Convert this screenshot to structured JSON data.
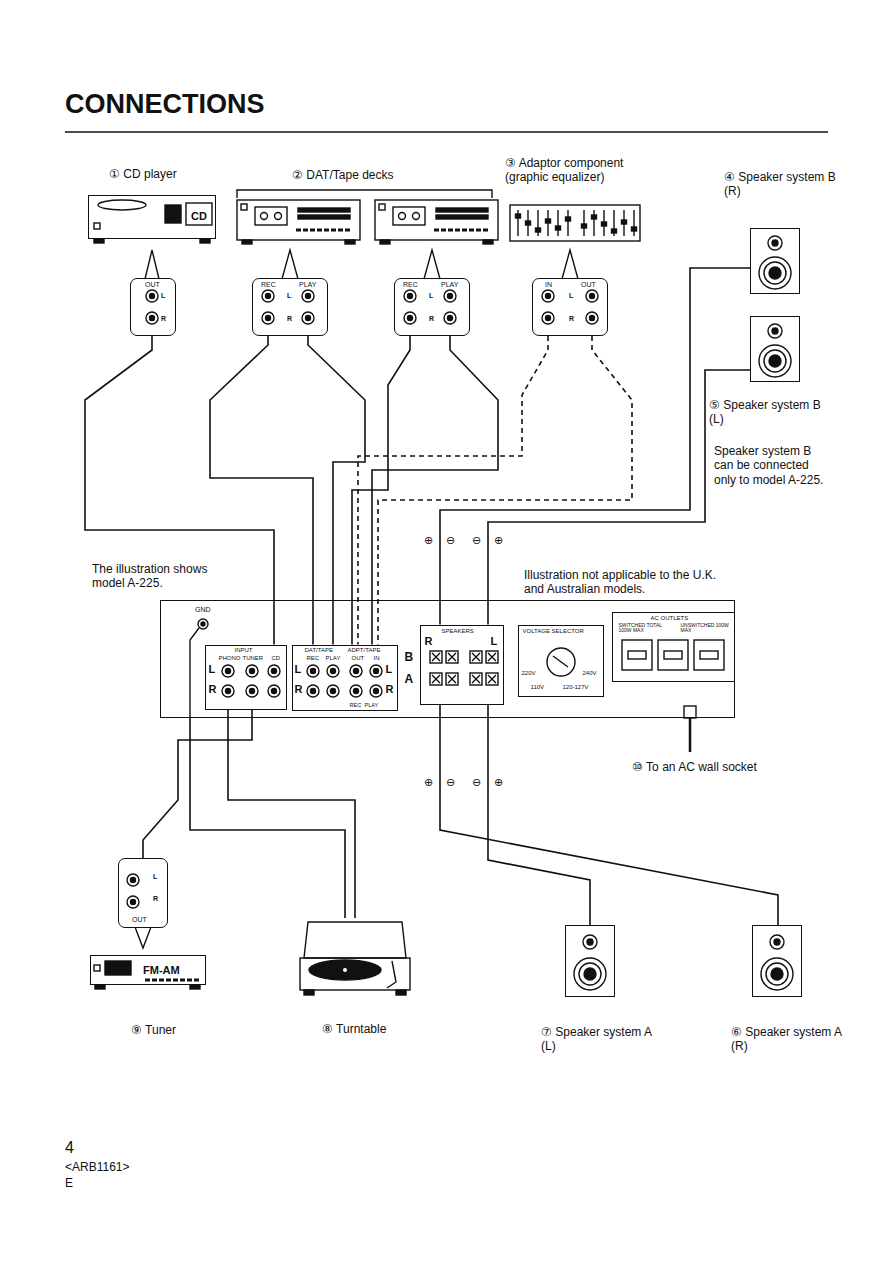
{
  "diagram": {
    "title": "CONNECTIONS",
    "nodes": [
      {
        "text": [
          "① CD player",
          "CD"
        ]
      },
      {
        "text": [
          "OUT",
          "L",
          "R"
        ]
      },
      {
        "text": [
          "REC",
          "PLAY",
          "L",
          "R"
        ]
      },
      {
        "text": [
          "REC",
          "PLAY",
          "L",
          "R"
        ]
      },
      {
        "text": [
          "IN",
          "OUT",
          "L",
          "R"
        ]
      },
      {
        "text": [
          "④ Speaker system B (R)"
        ]
      },
      {
        "text": [
          "⑤ Speaker system B (L)"
        ]
      },
      {
        "text": [
          "GND"
        ]
      },
      {
        "text": [
          "INPUT",
          "PHONO",
          "TUNER",
          "CD",
          "L",
          "R"
        ],
        "in": 7
      },
      {
        "text": [
          "DAT/TAPE",
          "REC",
          "PLAY",
          "ADPT/TAPE",
          "OUT",
          "IN",
          "L",
          "R",
          "L",
          "R",
          "REC",
          "PLAY"
        ],
        "in": 7
      },
      {
        "text": [
          "SPEAKERS",
          "R",
          "L",
          "B",
          "A"
        ],
        "in": 7
      },
      {
        "text": [
          "VOLTAGE SELECTOR",
          "220V",
          "240V",
          "110V",
          "120-127V"
        ],
        "in": 7
      },
      {
        "text": [
          "AC OUTLETS",
          "SWITCHED TOTAL 100W MAX",
          "UNSWITCHED 100W MAX"
        ],
        "in": 7
      },
      {
        "text": [
          "L",
          "R",
          "OUT"
        ]
      },
      {
        "text": [
          "FM-AM",
          "⑨ Tuner"
        ]
      },
      {
        "text": [
          "⑧ Turntable"
        ]
      },
      {
        "text": [
          "⑦ Speaker system A (L)"
        ]
      },
      {
        "text": [
          "⑥ Speaker system A (R)"
        ]
      }
    ],
    "edges": [
      {
        "from": 1,
        "to": 8,
        "arrow": "none"
      },
      {
        "from": 2,
        "to": 9,
        "arrow": "none"
      },
      {
        "from": 2,
        "to": 9,
        "arrow": "none"
      },
      {
        "from": 3,
        "to": 9,
        "arrow": "none"
      },
      {
        "from": 3,
        "to": 9,
        "arrow": "none"
      },
      {
        "from": 4,
        "to": 9,
        "arrow": "none"
      },
      {
        "from": 4,
        "to": 9,
        "arrow": "none"
      },
      {
        "from": 5,
        "to": 10,
        "arrow": "none"
      },
      {
        "from": 6,
        "to": 10,
        "arrow": "none"
      },
      {
        "from": 13,
        "to": 8,
        "arrow": "none"
      },
      {
        "from": 15,
        "to": 8,
        "arrow": "none"
      },
      {
        "from": 15,
        "to": 7,
        "arrow": "none"
      },
      {
        "from": 17,
        "to": 10,
        "arrow": "none"
      },
      {
        "from": 16,
        "to": 10,
        "arrow": "none"
      }
    ],
    "labels": [
      "② DAT/Tape decks",
      "③ Adaptor component (graphic equalizer)",
      "Speaker system B can be connected only to model A-225.",
      "The illustration shows model A-225.",
      "Illustration not applicable to the U.K. and Australian models.",
      "⊕",
      "⊖",
      "⊖",
      "⊕",
      "⊕",
      "⊖",
      "⊖",
      "⊕",
      "⑩ To an AC wall socket",
      "4",
      "<ARB1161>",
      "E"
    ]
  }
}
